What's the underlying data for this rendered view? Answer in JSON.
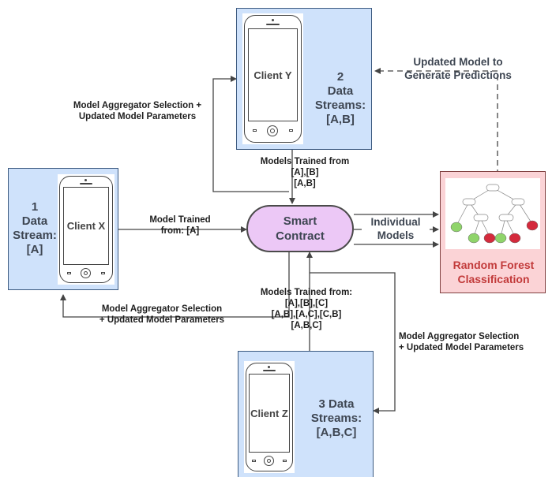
{
  "clients": {
    "x": {
      "name": "Client X",
      "streams_label": "1\nData\nStream:\n[A]",
      "streams_lines": [
        "1",
        "Data",
        "Stream:",
        "[A]"
      ]
    },
    "y": {
      "name": "Client Y",
      "streams_lines": [
        "2",
        "Data",
        "Streams:",
        "[A,B]"
      ]
    },
    "z": {
      "name": "Client Z",
      "streams_lines": [
        "3 Data",
        "Streams:",
        "[A,B,C]"
      ]
    }
  },
  "contract": {
    "line1": "Smart",
    "line2": "Contract"
  },
  "edges": {
    "x_to_contract": [
      "Model Trained",
      "from: [A]"
    ],
    "y_to_contract": [
      "Models Trained from",
      "[A],[B]",
      "[A,B]"
    ],
    "z_to_contract": [
      "Models Trained from:",
      "[A],[B],[C]",
      "[A,B],[A,C],[C,B]",
      "[A,B,C]"
    ],
    "contract_to_x": [
      "Model Aggregator Selection",
      "+ Updated Model Parameters"
    ],
    "contract_to_y": [
      "Model Aggregator Selection +",
      "Updated Model Parameters"
    ],
    "contract_to_z": [
      "Model Aggregator Selection",
      "+ Updated Model Parameters"
    ],
    "contract_to_rf": [
      "Individual",
      "Models"
    ],
    "rf_to_y": [
      "Updated Model to",
      "Generate Predictions"
    ]
  },
  "random_forest": {
    "title_lines": [
      "Random Forest",
      "Classification"
    ]
  },
  "colors": {
    "client_fill": "#cfe2fb",
    "contract_fill": "#ecc8f6",
    "rf_fill": "#fbd3d6",
    "rf_title": "#c23a3a",
    "tree_green": "#8fd46a",
    "tree_red": "#d42a3c"
  }
}
